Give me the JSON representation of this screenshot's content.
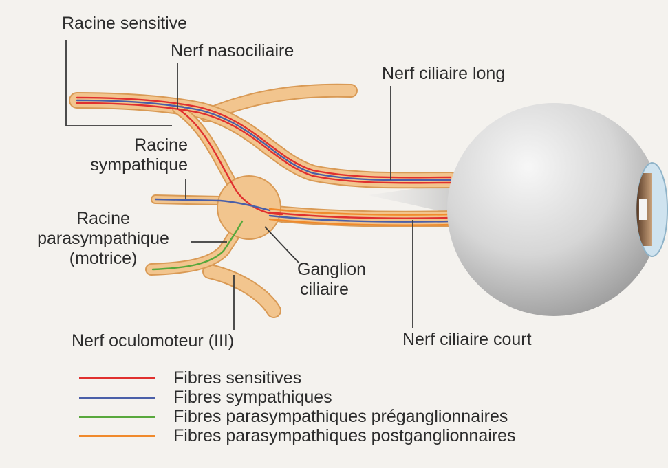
{
  "labels": {
    "racine_sensitive": "Racine sensitive",
    "nerf_nasociliaire": "Nerf nasociliaire",
    "nerf_ciliaire_long": "Nerf ciliaire long",
    "racine_sympathique": [
      "Racine",
      "sympathique"
    ],
    "racine_parasympathique": [
      "Racine",
      "parasympathique",
      "(motrice)"
    ],
    "ganglion_ciliaire": [
      "Ganglion",
      "ciliaire"
    ],
    "nerf_oculomoteur": "Nerf oculomoteur (III)",
    "nerf_ciliaire_court": "Nerf ciliaire court"
  },
  "legend": [
    {
      "label": "Fibres sensitives",
      "color": "#e0302e"
    },
    {
      "label": "Fibres sympathiques",
      "color": "#4a5fa8"
    },
    {
      "label": "Fibres parasympathiques préganglionnaires",
      "color": "#58a83c"
    },
    {
      "label": "Fibres parasympathiques postganglionnaires",
      "color": "#f08a2c"
    }
  ],
  "colors": {
    "nerve_fill": "#f2c58e",
    "nerve_outline": "#d99a55",
    "eyeball": "#d9d9d9",
    "leader_line": "#3a3a3a"
  }
}
